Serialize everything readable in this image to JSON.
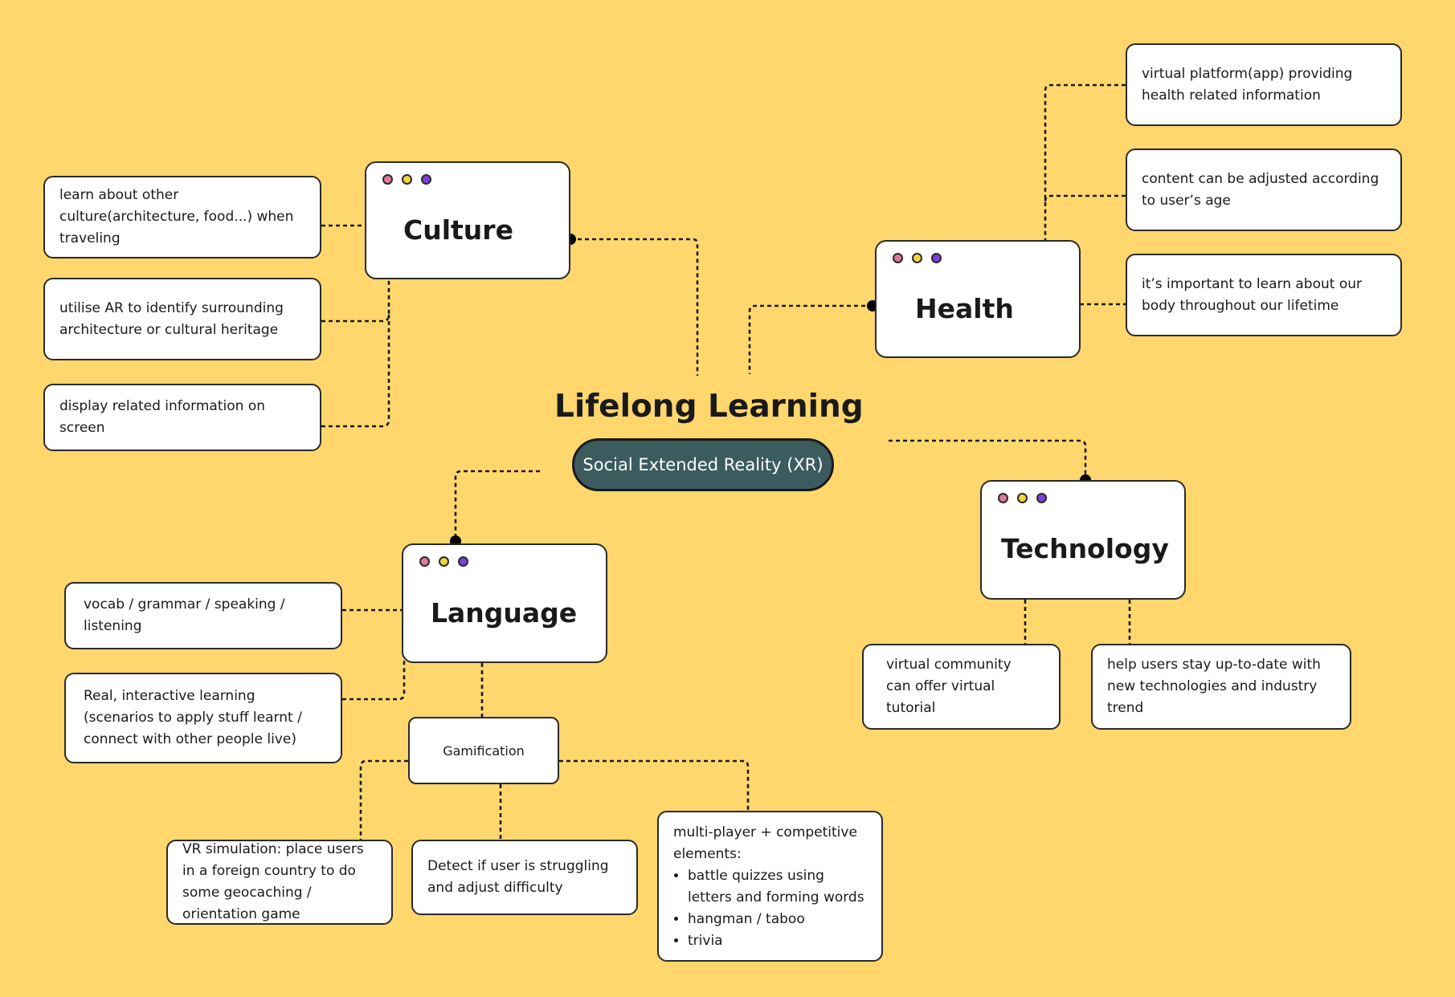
{
  "center": {
    "title": "Lifelong Learning",
    "subtitle": "Social Extended Reality (XR)"
  },
  "dot_colors": [
    "#E07A98",
    "#F1D33C",
    "#7B3FE0"
  ],
  "culture": {
    "title": "Culture",
    "items": [
      "learn about other culture(architecture, food...) when traveling",
      "utilise AR to identify surrounding architecture or cultural heritage",
      "display related information on screen"
    ]
  },
  "health": {
    "title": "Health",
    "items": [
      "virtual platform(app) providing health related information",
      "content can be adjusted according to user’s age",
      "it’s important to learn about our body throughout our lifetime"
    ]
  },
  "technology": {
    "title": "Technology",
    "items": [
      "virtual community can offer virtual tutorial",
      "help users stay up-to-date with new technologies and industry trend"
    ]
  },
  "language": {
    "title": "Language",
    "items": [
      "vocab / grammar / speaking / listening",
      "Real, interactive learning (scenarios to apply stuff learnt / connect with other people live)"
    ],
    "gamification": {
      "label": "Gamification",
      "items": [
        "VR simulation: place users in a foreign country to do some geocaching / orientation game",
        "Detect if user is struggling and adjust difficulty"
      ],
      "multiplayer": {
        "intro": "multi-player + competitive elements:",
        "bullets": [
          "battle quizzes using letters and forming words",
          "hangman / taboo",
          "trivia"
        ]
      }
    }
  }
}
